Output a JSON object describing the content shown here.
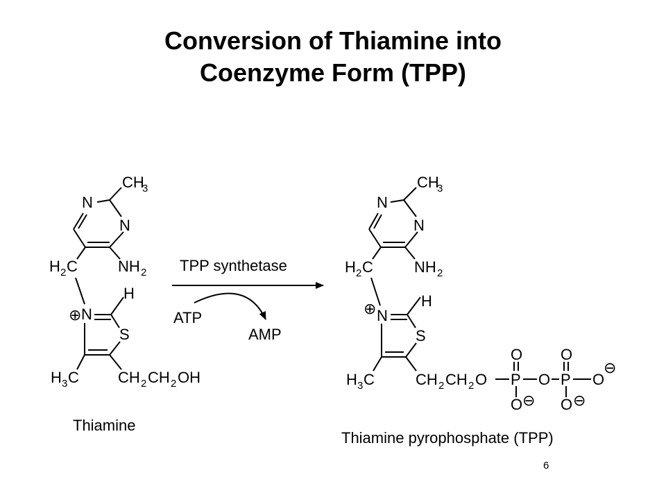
{
  "slide": {
    "title_line1": "Conversion of Thiamine into",
    "title_line2": "Coenzyme Form (TPP)",
    "page_number": "6"
  },
  "reaction": {
    "enzyme": "TPP synthetase",
    "cosubstrate": "ATP",
    "coproduct": "AMP"
  },
  "reactant": {
    "name": "Thiamine",
    "atoms": {
      "ch3": "CH",
      "ch3_sub": "3",
      "n1": "N",
      "n3": "N",
      "ch2_h": "H",
      "ch2_sub": "2",
      "ch2_c": "C",
      "nh2": "NH",
      "nh2_sub": "2",
      "plus": "⊕",
      "n_plus": "N",
      "h": "H",
      "s": "S",
      "h3c_h": "H",
      "h3c_sub": "3",
      "h3c_c": "C",
      "side_ch2a": "CH",
      "side_sub1": "2",
      "side_ch2b": "CH",
      "side_sub2": "2",
      "side_oh": "OH"
    }
  },
  "product": {
    "name": "Thiamine pyrophosphate (TPP)",
    "atoms": {
      "ch3": "CH",
      "ch3_sub": "3",
      "n1": "N",
      "n3": "N",
      "ch2_h": "H",
      "ch2_sub": "2",
      "ch2_c": "C",
      "nh2": "NH",
      "nh2_sub": "2",
      "plus": "⊕",
      "n_plus": "N",
      "h": "H",
      "s": "S",
      "h3c_h": "H",
      "h3c_sub": "3",
      "h3c_c": "C",
      "side_ch2a": "CH",
      "side_sub1": "2",
      "side_ch2b": "CH",
      "side_sub2": "2",
      "o_link": "O",
      "p1": "P",
      "o_bridge": "O",
      "p2": "P",
      "o_term": "O",
      "o_term_charge": "⊖",
      "o_p1_top": "O",
      "o_p1_bottom": "O",
      "o_p1_charge": "⊖",
      "o_p2_top": "O",
      "o_p2_bottom": "O",
      "o_p2_charge": "⊖"
    }
  }
}
